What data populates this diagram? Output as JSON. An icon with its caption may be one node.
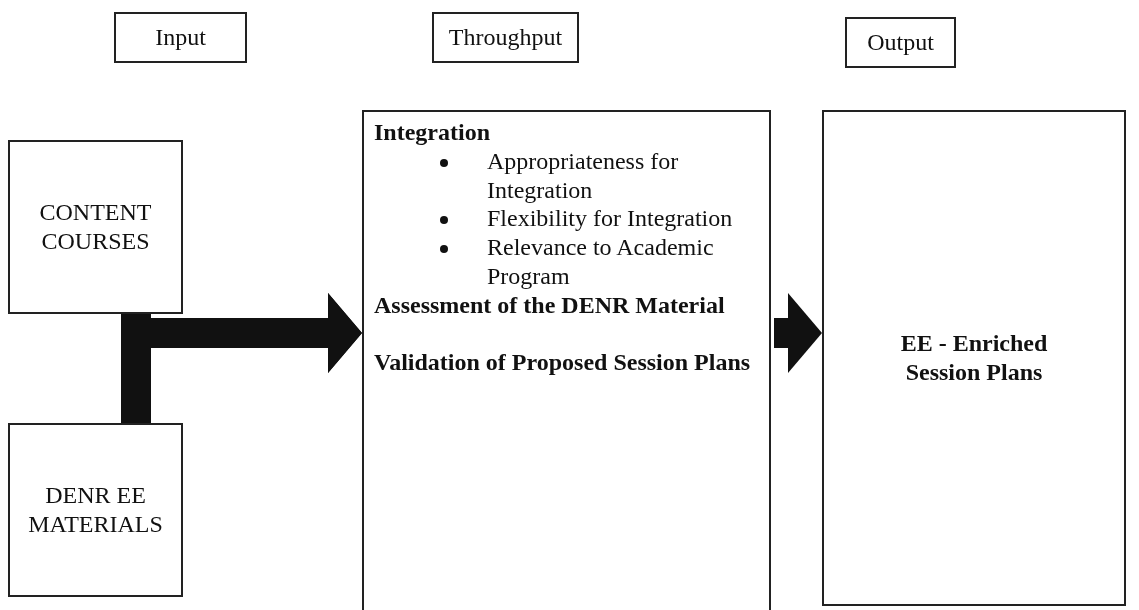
{
  "diagram": {
    "nodes": [
      {
        "text": [
          "Input"
        ]
      },
      {
        "text": [
          "Throughput"
        ]
      },
      {
        "text": [
          "Output"
        ]
      },
      {
        "text": [
          "CONTENT COURSES"
        ]
      },
      {
        "text": [
          "DENR EE MATERIALS"
        ]
      },
      {
        "text": [
          "Integration",
          "Appropriateness for Integration",
          "Flexibility for Integration",
          "Relevance to Academic Program",
          "Assessment of the DENR Material",
          "Validation of Proposed Session Plans"
        ]
      },
      {
        "text": [
          "EE - Enriched Session Plans"
        ]
      }
    ],
    "edges": [
      {
        "from": 3,
        "to": 5,
        "arrow": "to"
      },
      {
        "from": 4,
        "to": 5,
        "arrow": "to"
      },
      {
        "from": 5,
        "to": 6,
        "arrow": "to"
      }
    ]
  }
}
